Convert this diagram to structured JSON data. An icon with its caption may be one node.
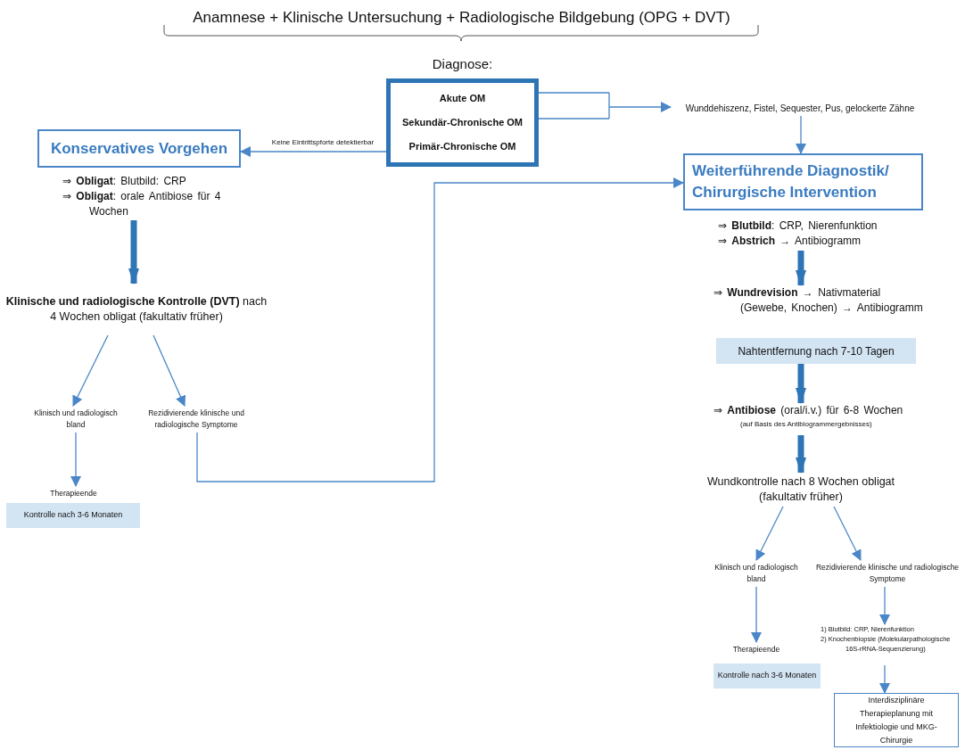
{
  "diagram": {
    "title": "Anamnese + Klinische Untersuchung + Radiologische Bildgebung (OPG + DVT)",
    "nodes": [
      {
        "text": [
          "Diagnose:",
          "Akute OM",
          "Sekundär-Chronische OM",
          "Primär-Chronische OM"
        ]
      },
      {
        "text": [
          "Konservatives Vorgehen"
        ]
      },
      {
        "text": [
          "⇒ **Obligat**: Blutbild: CRP",
          "⇒ **Obligat**: orale Antibiose für 4 Wochen"
        ]
      },
      {
        "text": [
          "Wunddehiszenz, Fistel, Sequester, Pus, gelockerte Zähne"
        ]
      },
      {
        "text": [
          "Weiterführende Diagnostik/ Chirurgische Intervention"
        ]
      },
      {
        "text": [
          "⇒ **Blutbild**: CRP, Nierenfunktion",
          "⇒ **Abstrich** → Antibiogramm"
        ]
      },
      {
        "text": [
          "⇒ **Wundrevision** → Nativmaterial (Gewebe, Knochen) → Antibiogramm"
        ]
      },
      {
        "text": [
          "Nahtentfernung nach 7-10 Tagen"
        ]
      },
      {
        "text": [
          "⇒ **Antibiose** (oral/i.v.) für 6-8 Wochen",
          "(auf Basis des Antibiogrammergebnisses)"
        ]
      },
      {
        "text": [
          "**Klinische und radiologische Kontrolle (DVT)** nach 4 Wochen obligat (fakultativ früher)"
        ]
      },
      {
        "text": [
          "Klinisch und radiologisch bland"
        ]
      },
      {
        "text": [
          "Rezidivierende klinische und radiologische Symptome"
        ]
      },
      {
        "text": [
          "Therapieende"
        ]
      },
      {
        "text": [
          "Kontrolle nach 3-6 Monaten"
        ]
      },
      {
        "text": [
          "Wundkontrolle nach 8 Wochen obligat (fakultativ früher)"
        ]
      },
      {
        "text": [
          "Klinisch und radiologisch bland"
        ]
      },
      {
        "text": [
          "Rezidivierende klinische und radiologische Symptome"
        ]
      },
      {
        "text": [
          "Therapieende"
        ]
      },
      {
        "text": [
          "Kontrolle nach 3-6 Monaten"
        ]
      },
      {
        "text": [
          "1) Blutbild: CRP, Nierenfunktion",
          "2) Knochenbiopsie (Molekularpathologische 16S-rRNA-Sequenzierung)"
        ]
      },
      {
        "text": [
          "Interdisziplinäre Therapieplanung mit Infektiologie und MKG-Chirurgie"
        ]
      }
    ],
    "edges": [
      {
        "from": 0,
        "to": 1,
        "arrow": "to",
        "label": "Keine Eintrittspforte detektierbar"
      },
      {
        "from": 0,
        "to": 3,
        "arrow": "to"
      },
      {
        "from": 3,
        "to": 4,
        "arrow": "to"
      },
      {
        "from": 2,
        "to": 9,
        "arrow": "to",
        "style": "thick"
      },
      {
        "from": 9,
        "to": 10,
        "arrow": "to"
      },
      {
        "from": 9,
        "to": 11,
        "arrow": "to"
      },
      {
        "from": 10,
        "to": 12,
        "arrow": "to"
      },
      {
        "from": 11,
        "to": 4,
        "arrow": "to"
      },
      {
        "from": 5,
        "to": 6,
        "arrow": "to",
        "style": "thick"
      },
      {
        "from": 7,
        "to": 8,
        "arrow": "to",
        "style": "thick"
      },
      {
        "from": 8,
        "to": 14,
        "arrow": "to",
        "style": "thick"
      },
      {
        "from": 14,
        "to": 15,
        "arrow": "to"
      },
      {
        "from": 14,
        "to": 16,
        "arrow": "to"
      },
      {
        "from": 15,
        "to": 17,
        "arrow": "to"
      },
      {
        "from": 16,
        "to": 19,
        "arrow": "to"
      },
      {
        "from": 19,
        "to": 20,
        "arrow": "to"
      }
    ]
  }
}
